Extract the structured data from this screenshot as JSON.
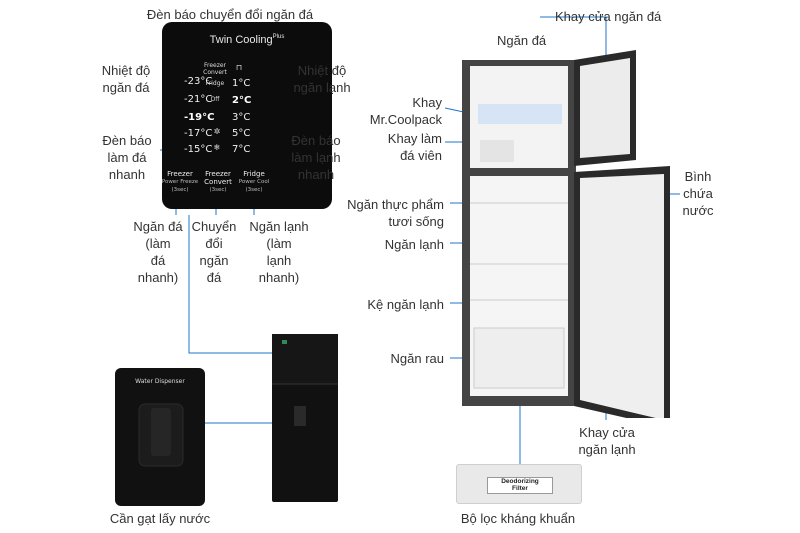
{
  "panel": {
    "brand": "Twin Cooling",
    "brand_sup": "Plus",
    "freezer_temps": [
      "-23°C",
      "-21°C",
      "-19°C",
      "-17°C",
      "-15°C"
    ],
    "fridge_temps": [
      "1°C",
      "2°C",
      "3°C",
      "5°C",
      "7°C"
    ],
    "mode_header": "Freezer\nConvert",
    "mode_fridge": "Fridge",
    "mode_off": "Off",
    "buttons": [
      {
        "title": "Freezer",
        "sub": "Power Freeze\n(3sec)"
      },
      {
        "title": "Freezer\nConvert",
        "sub": "(3sec)"
      },
      {
        "title": "Fridge",
        "sub": "Power Cool\n(3sec)"
      }
    ]
  },
  "labels": {
    "convert_indicator": "Đèn báo chuyển đổi ngăn đá",
    "freezer_temp": "Nhiệt độ\nngăn đá",
    "fridge_temp": "Nhiệt độ\nngăn lạnh",
    "quick_ice": "Đèn báo\nlàm đá\nnhanh",
    "quick_cool": "Đèn báo\nlàm lạnh\nnhanh",
    "btn_freezer": "Ngăn đá\n(làm\nđá\nnhanh)",
    "btn_convert": "Chuyển\nđổi\nngăn\nđá",
    "btn_fridge": "Ngăn lạnh\n(làm\nlạnh\nnhanh)",
    "lever": "Cần gạt lấy nước",
    "water_dispenser": "Water Dispenser",
    "freezer_door_tray": "Khay cửa ngăn đá",
    "freezer": "Ngăn đá",
    "coolpack_tray": "Khay\nMr.Coolpack",
    "ice_tray": "Khay làm\nđá viên",
    "water_tank": "Bình\nchứa\nnước",
    "fresh_zone": "Ngăn thực phẩm\ntươi sống",
    "fridge": "Ngăn lạnh",
    "fridge_shelf": "Kệ ngăn lạnh",
    "vegetable": "Ngăn rau",
    "fridge_door_tray": "Khay cửa\nngăn lạnh",
    "filter_caption": "Bộ lọc kháng khuẩn",
    "filter_tag": "Deodorizing\nFilter"
  }
}
